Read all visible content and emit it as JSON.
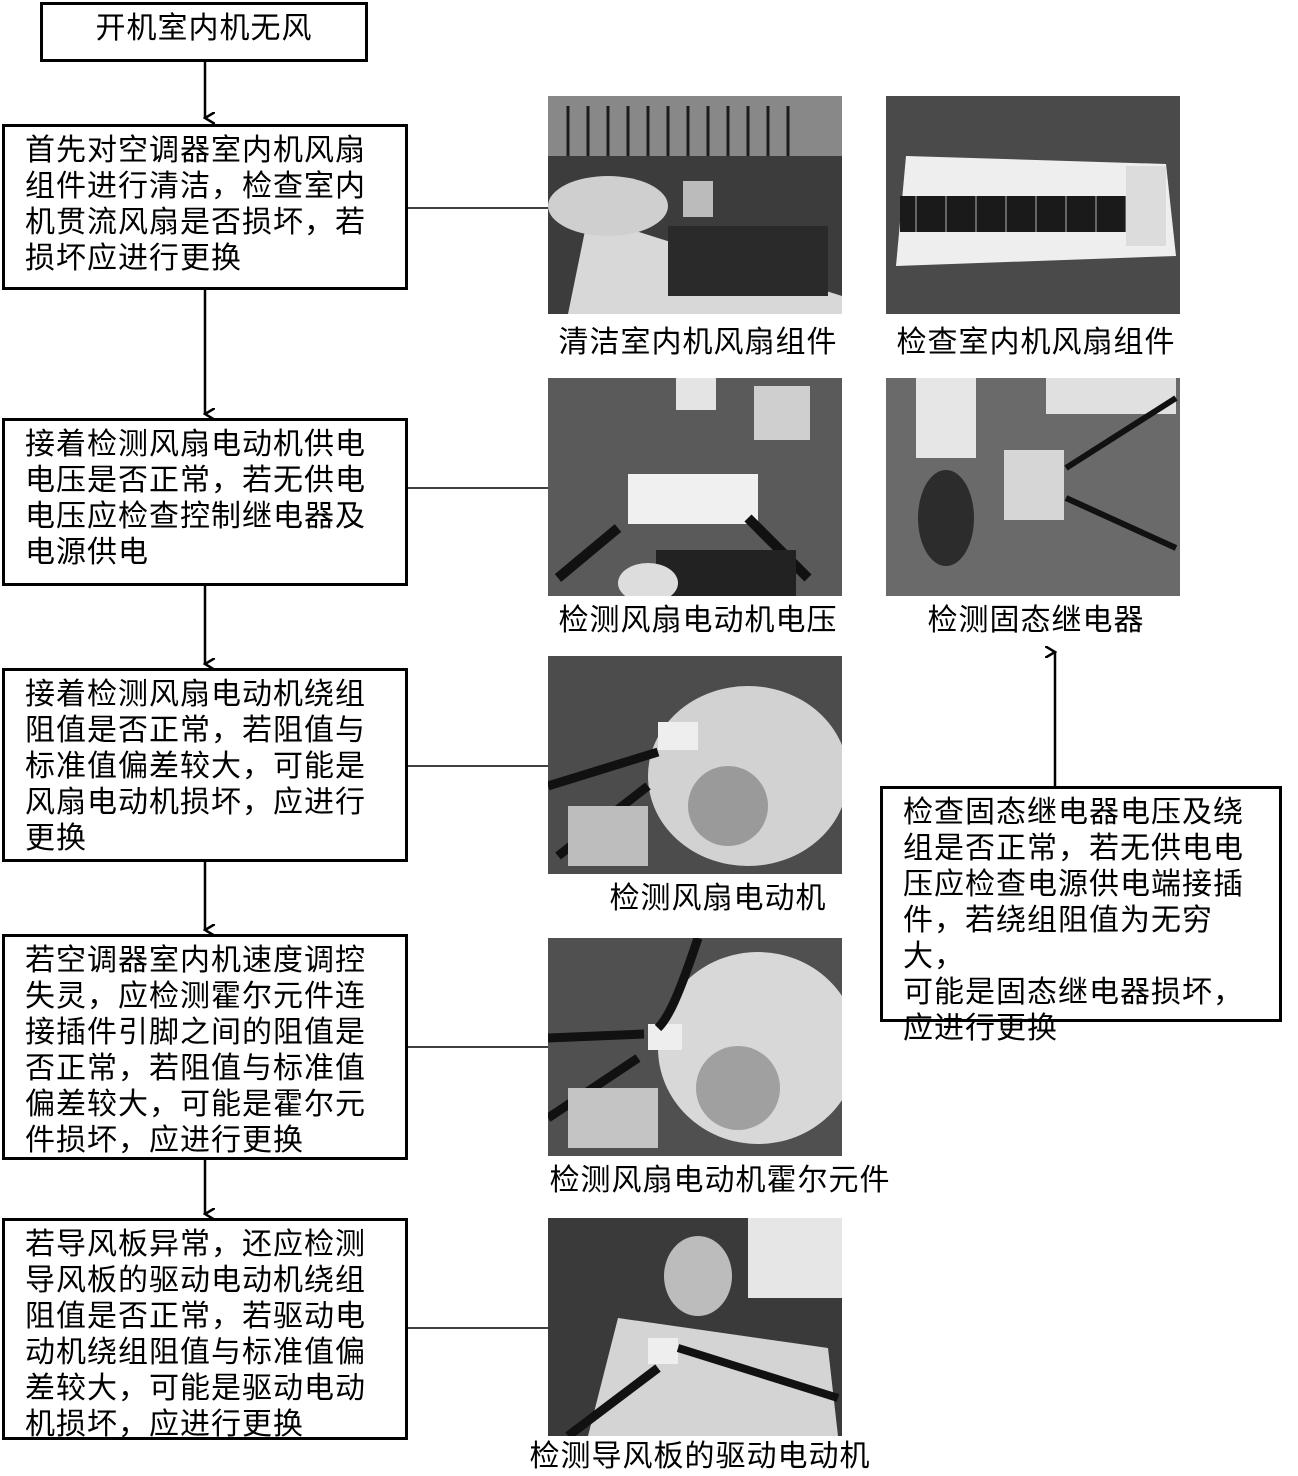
{
  "flow": {
    "title": "开机室内机无风",
    "step1": [
      "首先对空调器室内机风扇",
      "组件进行清洁，检查室内",
      "机贯流风扇是否损坏，若",
      "损坏应进行更换"
    ],
    "step2": [
      "接着检测风扇电动机供电",
      "电压是否正常，若无供电",
      "电压应检查控制继电器及",
      "电源供电"
    ],
    "step3": [
      "接着检测风扇电动机绕组",
      "阻值是否正常，若阻值与",
      "标准值偏差较大，可能是",
      "风扇电动机损坏，应进行",
      "更换"
    ],
    "step4": [
      "若空调器室内机速度调控",
      "失灵，应检测霍尔元件连",
      "接插件引脚之间的阻值是",
      "否正常，若阻值与标准值",
      "偏差较大，可能是霍尔元",
      "件损坏，应进行更换"
    ],
    "step5": [
      "若导风板异常，还应检测",
      "导风板的驱动电动机绕组",
      "阻值是否正常，若驱动电",
      "动机绕组阻值与标准值偏",
      "差较大，可能是驱动电动",
      "机损坏，应进行更换"
    ],
    "side": [
      "检查固态继电器电压及绕",
      "组是否正常，若无供电电",
      "压应检查电源供电端接插",
      "件，若绕组阻值为无穷大，",
      "可能是固态继电器损坏，",
      "应进行更换"
    ]
  },
  "captions": {
    "clean_fan": "清洁室内机风扇组件",
    "check_fan": "检查室内机风扇组件",
    "motor_voltage": "检测风扇电动机电压",
    "relay": "检测固态继电器",
    "motor": "检测风扇电动机",
    "hall": "检测风扇电动机霍尔元件",
    "louver_motor": "检测导风板的驱动电动机"
  }
}
